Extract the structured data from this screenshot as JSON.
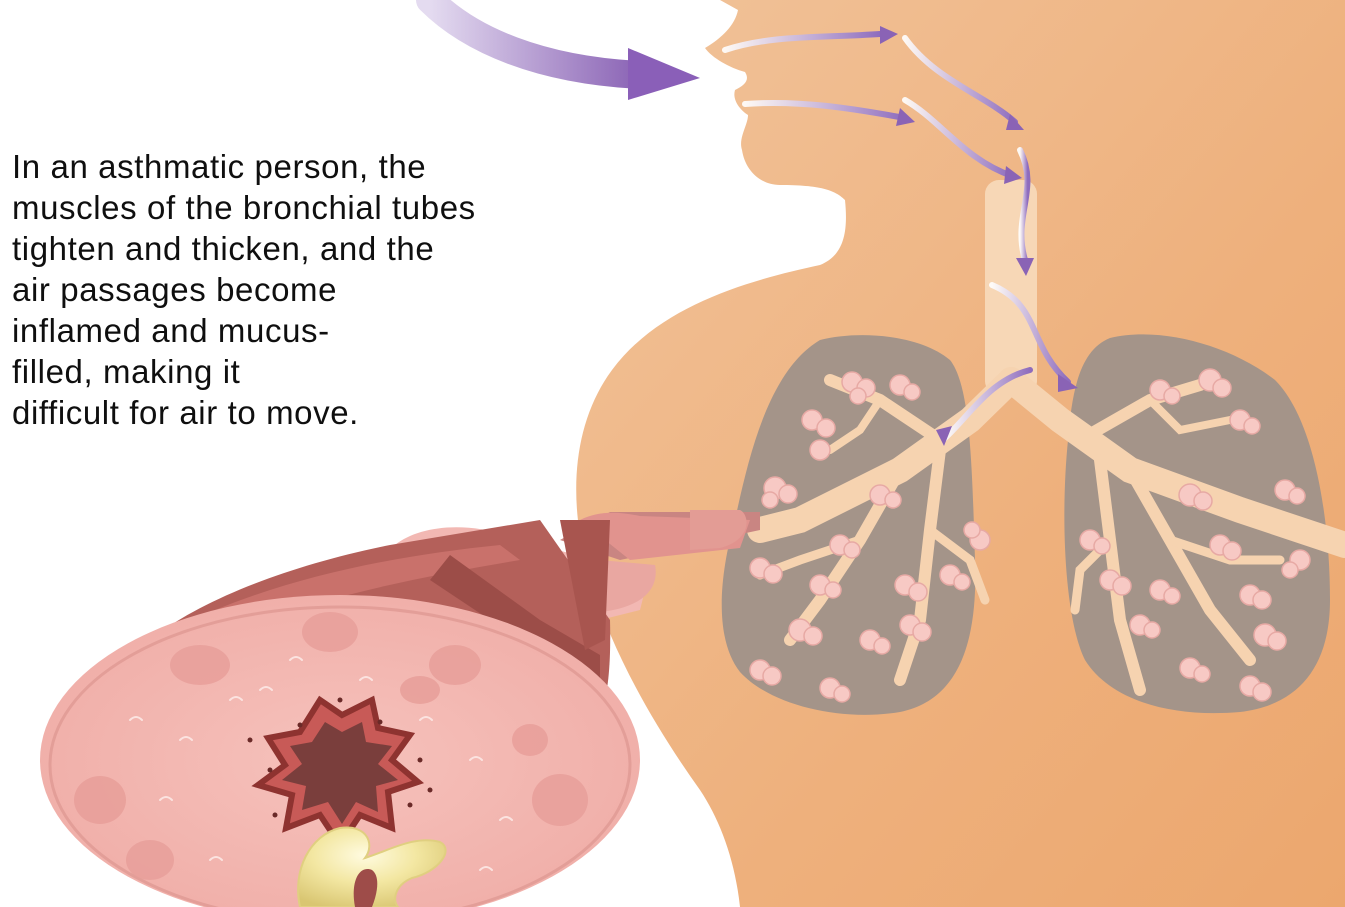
{
  "caption": {
    "lines": [
      "In an asthmatic person, the",
      "muscles of the bronchial tubes",
      "tighten and thicken, and the",
      "air passages become",
      "inflamed and mucus-",
      "filled, making it",
      "difficult for air to move."
    ]
  },
  "colors": {
    "skin": "#efb78a",
    "skin_shadow": "#eaa46c",
    "lung": "#a49489",
    "bronchi": "#f6d3b0",
    "alveoli": "#f7c9c4",
    "airflow_arrow": "#8a6ab8",
    "tissue_pink": "#f2b8b3",
    "muscle_band": "#b4605a",
    "lumen_dark": "#7a3e3c",
    "mucus": "#f1e6a6"
  },
  "icons": [
    "airflow-arrow-icon",
    "lungs-icon",
    "bronchial-tube-cross-section-icon"
  ]
}
